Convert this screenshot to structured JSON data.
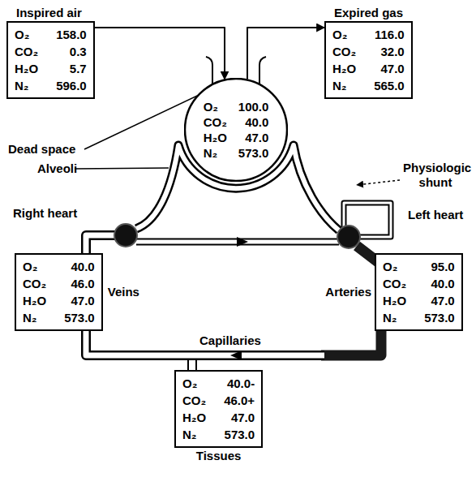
{
  "diagram": {
    "nodes": [
      {
        "text": [
          "Inspired air",
          "O₂",
          "158.0",
          "CO₂",
          "0.3",
          "H₂O",
          "5.7",
          "N₂",
          "596.0"
        ]
      },
      {
        "text": [
          "Expired gas",
          "O₂",
          "116.0",
          "CO₂",
          "32.0",
          "H₂O",
          "47.0",
          "N₂",
          "565.0"
        ]
      },
      {
        "text": [
          "O₂",
          "100.0",
          "CO₂",
          "40.0",
          "H₂O",
          "47.0",
          "N₂",
          "573.0"
        ]
      },
      {
        "text": [
          "Veins",
          "O₂",
          "40.0",
          "CO₂",
          "46.0",
          "H₂O",
          "47.0",
          "N₂",
          "573.0"
        ]
      },
      {
        "text": [
          "Arteries",
          "O₂",
          "95.0",
          "CO₂",
          "40.0",
          "H₂O",
          "47.0",
          "N₂",
          "573.0"
        ]
      },
      {
        "text": [
          "Tissues",
          "O₂",
          "40.0-",
          "CO₂",
          "46.0+",
          "H₂O",
          "47.0",
          "N₂",
          "573.0"
        ]
      }
    ],
    "edges": [
      {
        "from": 0,
        "to": 2,
        "arrow": "to"
      },
      {
        "from": 2,
        "to": 1,
        "arrow": "to"
      }
    ],
    "labels": [
      "Dead space",
      "Alveoli",
      "Physiologic shunt",
      "Right heart",
      "Left heart",
      "Capillaries"
    ]
  }
}
